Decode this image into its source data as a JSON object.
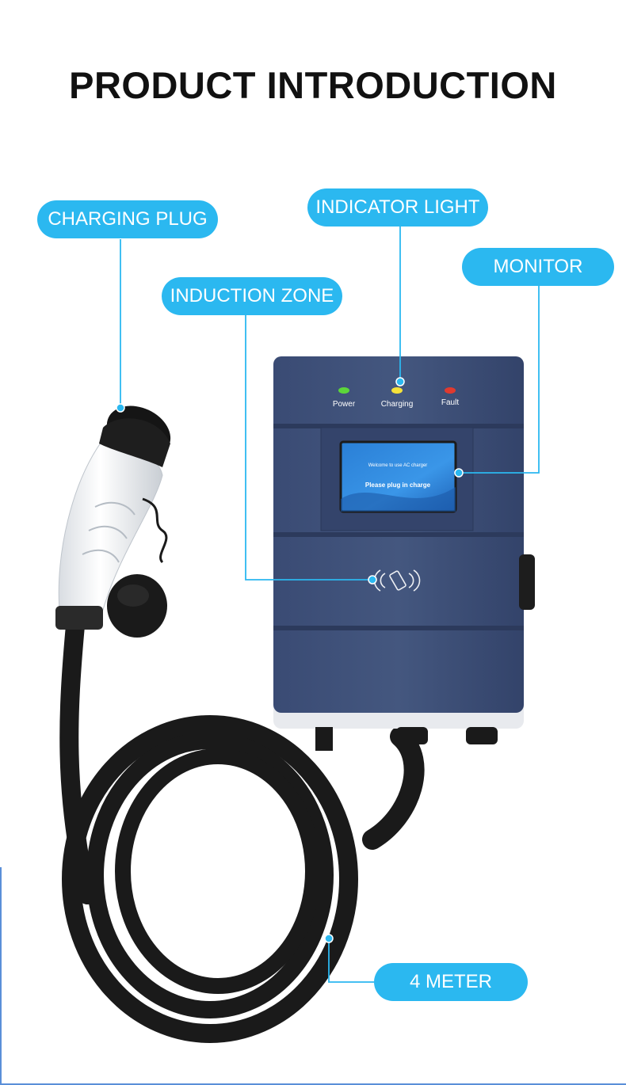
{
  "title": "PRODUCT INTRODUCTION",
  "labels": {
    "charging_plug": "CHARGING PLUG",
    "indicator_light": "INDICATOR LIGHT",
    "monitor": "MONITOR",
    "induction_zone": "INDUCTION ZONE",
    "cable_length": "4 METER"
  },
  "indicators": [
    {
      "label": "Power",
      "color": "#5cd63a"
    },
    {
      "label": "Charging",
      "color": "#f5e23a"
    },
    {
      "label": "Fault",
      "color": "#e03a2f"
    }
  ],
  "screen": {
    "line1": "Welcome to use AC charger",
    "line2": "Please plug in charge"
  },
  "colors": {
    "accent": "#2bb8f0",
    "body": "#3d4f78"
  }
}
